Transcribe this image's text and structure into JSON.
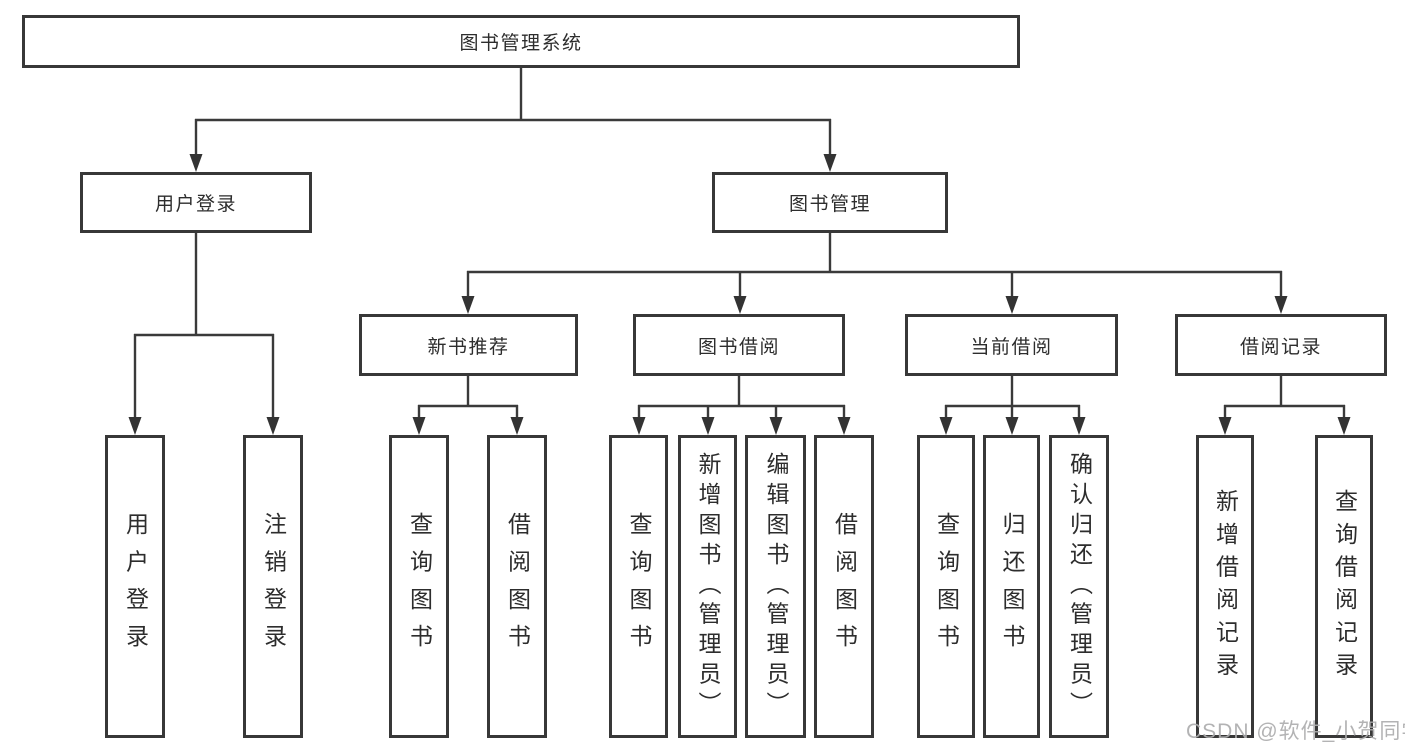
{
  "watermark": "CSDN @软件_小贺同学",
  "colors": {
    "line": "#3a3a3a",
    "border": "#383838",
    "text": "#2d2d2d",
    "box_bg": "#ffffff",
    "watermark": "#acacae"
  },
  "tree": {
    "root": {
      "label": "图书管理系统",
      "children": [
        {
          "label": "用户登录",
          "children": [
            {
              "label": "用户登录"
            },
            {
              "label": "注销登录"
            }
          ]
        },
        {
          "label": "图书管理",
          "children": [
            {
              "label": "新书推荐",
              "children": [
                {
                  "label": "查询图书"
                },
                {
                  "label": "借阅图书"
                }
              ]
            },
            {
              "label": "图书借阅",
              "children": [
                {
                  "label": "查询图书"
                },
                {
                  "label": "新增图书（管理员）"
                },
                {
                  "label": "编辑图书（管理员）"
                },
                {
                  "label": "借阅图书"
                }
              ]
            },
            {
              "label": "当前借阅",
              "children": [
                {
                  "label": "查询图书"
                },
                {
                  "label": "归还图书"
                },
                {
                  "label": "确认归还（管理员）"
                }
              ]
            },
            {
              "label": "借阅记录",
              "children": [
                {
                  "label": "新增借阅记录"
                },
                {
                  "label": "查询借阅记录"
                }
              ]
            }
          ]
        }
      ]
    }
  }
}
